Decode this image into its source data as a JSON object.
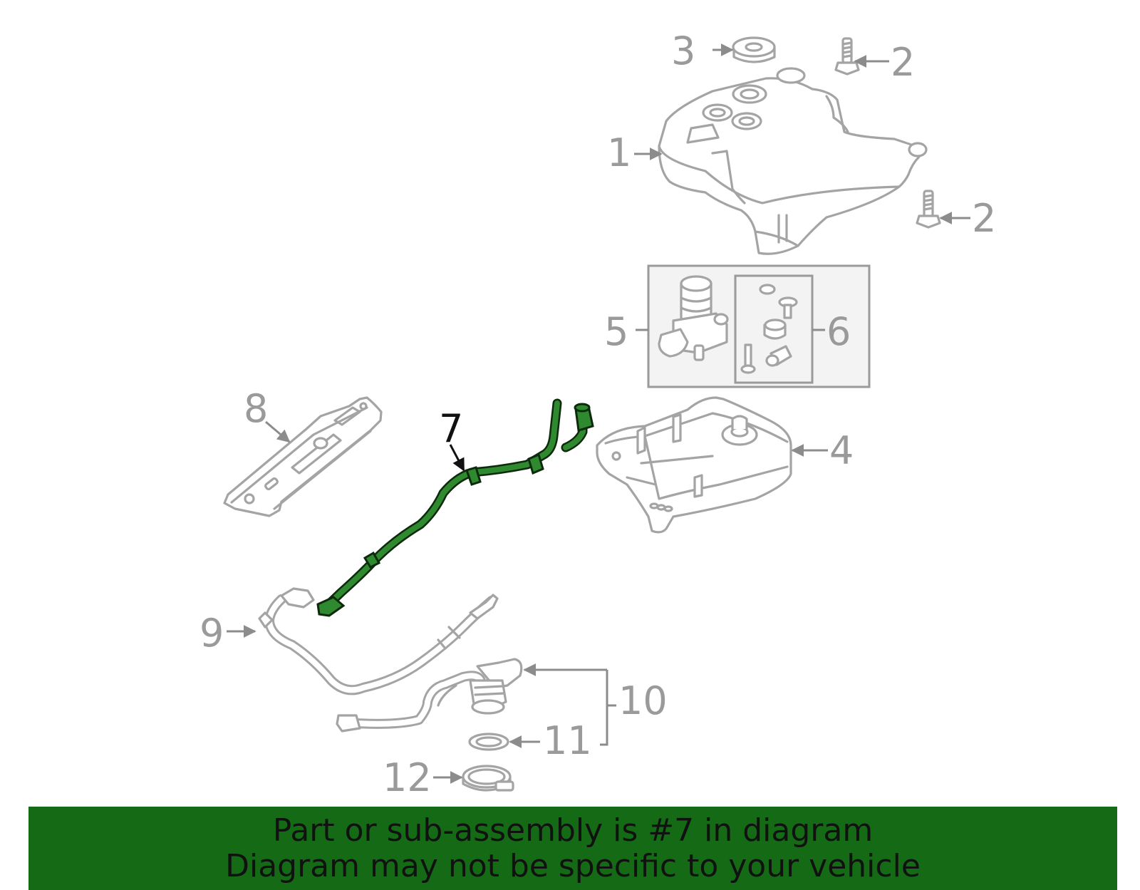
{
  "callouts": {
    "c1": "1",
    "c2a": "2",
    "c2b": "2",
    "c3": "3",
    "c4": "4",
    "c5": "5",
    "c6": "6",
    "c7": "7",
    "c8": "8",
    "c9": "9",
    "c10": "10",
    "c11": "11",
    "c12": "12"
  },
  "highlighted_part": "7",
  "banner": {
    "line1": "Part or sub-assembly is #7 in diagram",
    "line2": "Diagram may not be specific to your vehicle"
  },
  "colors": {
    "highlight_green": "#1e7a1e",
    "banner_green": "#156b15",
    "part_outline": "#a4a4a4",
    "callout_text": "#9a9a9a"
  }
}
